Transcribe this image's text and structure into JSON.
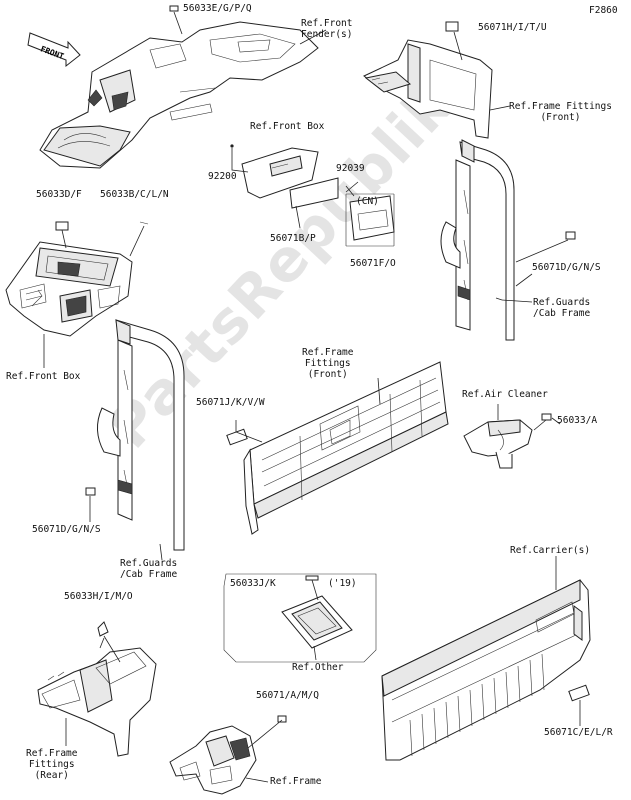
{
  "diagram_code": "F2860",
  "front_arrow_label": "FRONT",
  "watermark": "PartsRepublik",
  "labels": {
    "p56033e": "56033E/G/P/Q",
    "ref_front_fender": "Ref.Front\nFender(s)",
    "p56071h": "56071H/I/T/U",
    "ref_frame_fittings_front_1": "Ref.Frame Fittings\n(Front)",
    "ref_front_box_top": "Ref.Front Box",
    "p92200": "92200",
    "p92039": "92039",
    "cn_tag": "(CN)",
    "p56071b": "56071B/P",
    "p56071f": "56071F/O",
    "p56033d": "56033D/F",
    "p56033b": "56033B/C/L/N",
    "ref_front_box_left": "Ref.Front Box",
    "p56071d_right": "56071D/G/N/S",
    "ref_guards_right": "Ref.Guards\n/Cab Frame",
    "ref_frame_fittings_front_2": "Ref.Frame\nFittings\n(Front)",
    "p56071j": "56071J/K/V/W",
    "ref_air_cleaner": "Ref.Air Cleaner",
    "p56033a": "56033/A",
    "p56071d_left": "56071D/G/N/S",
    "ref_guards_left": "Ref.Guards\n/Cab Frame",
    "ref_carriers": "Ref.Carrier(s)",
    "p56033j": "56033J/K",
    "year_19": "('19)",
    "ref_other": "Ref.Other",
    "p56033h": "56033H/I/M/O",
    "p56071c": "56071C/E/L/R",
    "ref_frame_fittings_rear": "Ref.Frame\nFittings\n(Rear)",
    "p56071a": "56071/A/M/Q",
    "ref_frame": "Ref.Frame"
  }
}
